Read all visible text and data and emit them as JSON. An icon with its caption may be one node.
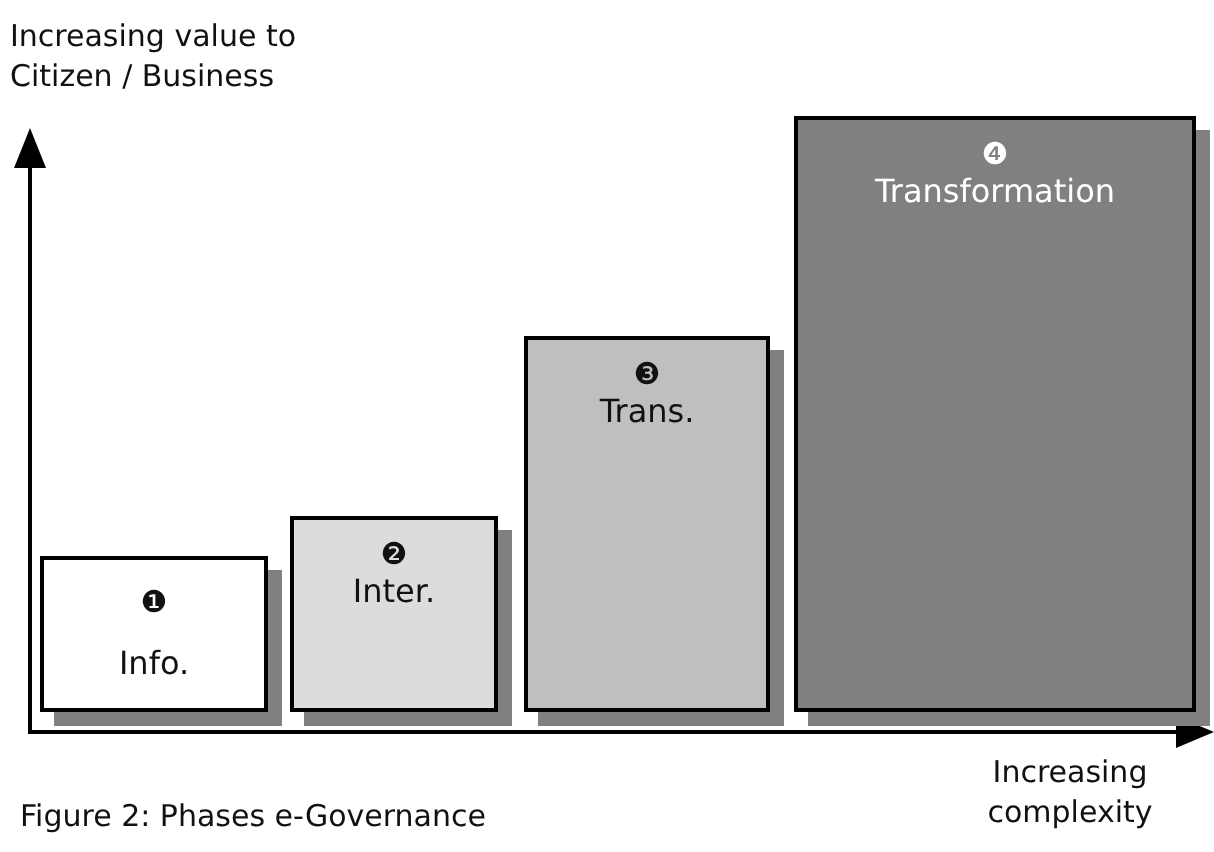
{
  "diagram": {
    "caption": "Figure 2: Phases e-Governance",
    "nodes": [
      {
        "text": [
          "❶",
          "Info."
        ]
      },
      {
        "text": [
          "❷",
          "Inter."
        ]
      },
      {
        "text": [
          "❸",
          "Trans."
        ]
      },
      {
        "text": [
          "❹",
          "Transformation"
        ]
      }
    ],
    "labels": [
      "Increasing value to Citizen / Business",
      "Increasing complexity"
    ]
  }
}
